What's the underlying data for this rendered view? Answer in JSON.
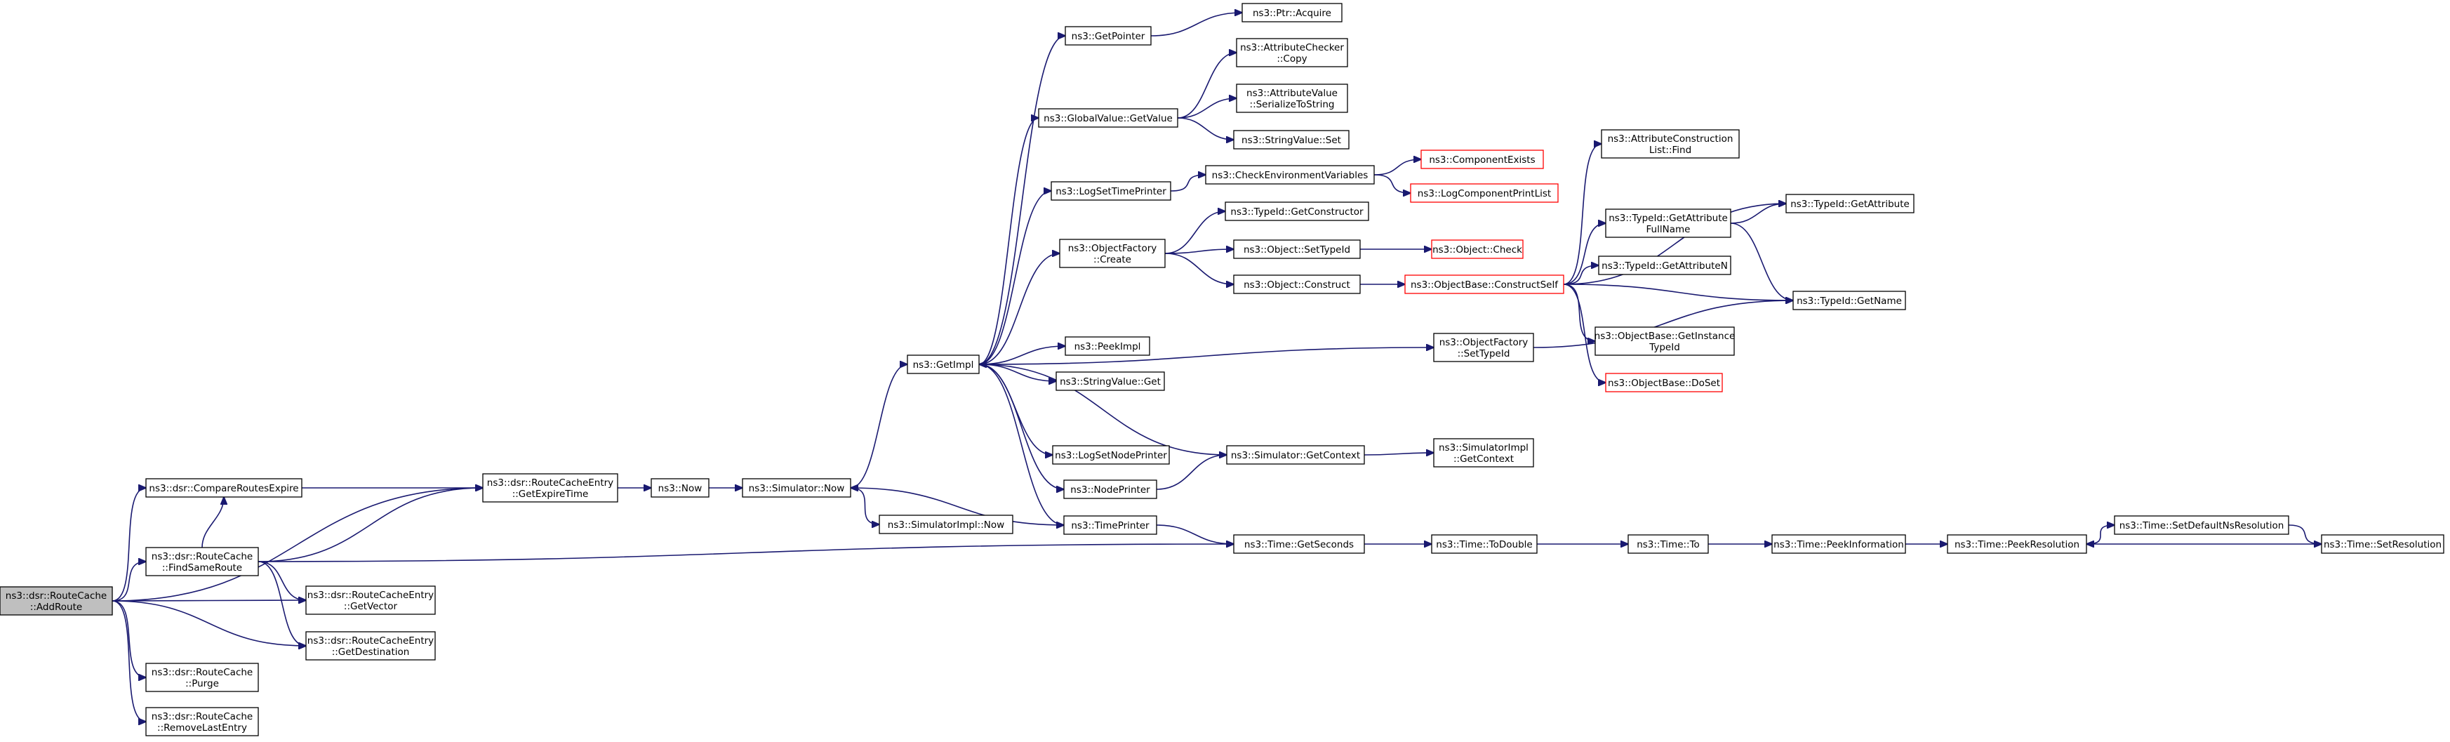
{
  "diagram": {
    "type": "call-graph",
    "nodes": [
      {
        "id": "n0",
        "lines": [
          "ns3::dsr::RouteCache",
          "::AddRoute"
        ],
        "root": true
      },
      {
        "id": "n1",
        "lines": [
          "ns3::dsr::CompareRoutesExpire"
        ]
      },
      {
        "id": "n2",
        "lines": [
          "ns3::dsr::RouteCacheEntry",
          "::GetExpireTime"
        ]
      },
      {
        "id": "n3",
        "lines": [
          "ns3::Now"
        ]
      },
      {
        "id": "n4",
        "lines": [
          "ns3::Simulator::Now"
        ]
      },
      {
        "id": "n5",
        "lines": [
          "ns3::GetImpl"
        ]
      },
      {
        "id": "n6",
        "lines": [
          "ns3::GetPointer"
        ]
      },
      {
        "id": "n7",
        "lines": [
          "ns3::Ptr::Acquire"
        ]
      },
      {
        "id": "n8",
        "lines": [
          "ns3::GlobalValue::GetValue"
        ]
      },
      {
        "id": "n9",
        "lines": [
          "ns3::AttributeChecker",
          "::Copy"
        ]
      },
      {
        "id": "n10",
        "lines": [
          "ns3::AttributeValue",
          "::SerializeToString"
        ]
      },
      {
        "id": "n11",
        "lines": [
          "ns3::StringValue::Set"
        ]
      },
      {
        "id": "n12",
        "lines": [
          "ns3::LogSetTimePrinter"
        ]
      },
      {
        "id": "n13",
        "lines": [
          "ns3::CheckEnvironmentVariables"
        ]
      },
      {
        "id": "n14",
        "lines": [
          "ns3::ComponentExists"
        ],
        "red": true
      },
      {
        "id": "n15",
        "lines": [
          "ns3::LogComponentPrintList"
        ],
        "red": true
      },
      {
        "id": "n16",
        "lines": [
          "ns3::ObjectFactory",
          "::Create"
        ]
      },
      {
        "id": "n17",
        "lines": [
          "ns3::TypeId::GetConstructor"
        ]
      },
      {
        "id": "n18",
        "lines": [
          "ns3::Object::SetTypeId"
        ]
      },
      {
        "id": "n19",
        "lines": [
          "ns3::Object::Check"
        ],
        "red": true
      },
      {
        "id": "n20",
        "lines": [
          "ns3::Object::Construct"
        ]
      },
      {
        "id": "n21",
        "lines": [
          "ns3::ObjectBase::ConstructSelf"
        ],
        "red": true
      },
      {
        "id": "n22",
        "lines": [
          "ns3::AttributeConstruction",
          "List::Find"
        ]
      },
      {
        "id": "n23",
        "lines": [
          "ns3::TypeId::GetAttribute",
          "FullName"
        ]
      },
      {
        "id": "n24",
        "lines": [
          "ns3::TypeId::GetAttribute"
        ]
      },
      {
        "id": "n25",
        "lines": [
          "ns3::TypeId::GetAttributeN"
        ]
      },
      {
        "id": "n26",
        "lines": [
          "ns3::TypeId::GetName"
        ]
      },
      {
        "id": "n27",
        "lines": [
          "ns3::ObjectBase::GetInstance",
          "TypeId"
        ]
      },
      {
        "id": "n28",
        "lines": [
          "ns3::ObjectBase::DoSet"
        ],
        "red": true
      },
      {
        "id": "n29",
        "lines": [
          "ns3::PeekImpl"
        ]
      },
      {
        "id": "n30",
        "lines": [
          "ns3::StringValue::Get"
        ]
      },
      {
        "id": "n31",
        "lines": [
          "ns3::ObjectFactory",
          "::SetTypeId"
        ]
      },
      {
        "id": "n32",
        "lines": [
          "ns3::LogSetNodePrinter"
        ]
      },
      {
        "id": "n33",
        "lines": [
          "ns3::NodePrinter"
        ]
      },
      {
        "id": "n34",
        "lines": [
          "ns3::Simulator::GetContext"
        ]
      },
      {
        "id": "n35",
        "lines": [
          "ns3::SimulatorImpl",
          "::GetContext"
        ]
      },
      {
        "id": "n36",
        "lines": [
          "ns3::TimePrinter"
        ]
      },
      {
        "id": "n37",
        "lines": [
          "ns3::SimulatorImpl::Now"
        ]
      },
      {
        "id": "n38",
        "lines": [
          "ns3::dsr::RouteCache",
          "::FindSameRoute"
        ]
      },
      {
        "id": "n39",
        "lines": [
          "ns3::Time::GetSeconds"
        ]
      },
      {
        "id": "n40",
        "lines": [
          "ns3::Time::ToDouble"
        ]
      },
      {
        "id": "n41",
        "lines": [
          "ns3::Time::To"
        ]
      },
      {
        "id": "n42",
        "lines": [
          "ns3::Time::PeekInformation"
        ]
      },
      {
        "id": "n43",
        "lines": [
          "ns3::Time::PeekResolution"
        ]
      },
      {
        "id": "n44",
        "lines": [
          "ns3::Time::SetDefaultNsResolution"
        ]
      },
      {
        "id": "n45",
        "lines": [
          "ns3::Time::SetResolution"
        ]
      },
      {
        "id": "n46",
        "lines": [
          "ns3::dsr::RouteCacheEntry",
          "::GetVector"
        ]
      },
      {
        "id": "n47",
        "lines": [
          "ns3::dsr::RouteCacheEntry",
          "::GetDestination"
        ]
      },
      {
        "id": "n48",
        "lines": [
          "ns3::dsr::RouteCache",
          "::Purge"
        ]
      },
      {
        "id": "n49",
        "lines": [
          "ns3::dsr::RouteCache",
          "::RemoveLastEntry"
        ]
      }
    ],
    "edges": [
      [
        "n0",
        "n2"
      ],
      [
        "n0",
        "n1"
      ],
      [
        "n0",
        "n38"
      ],
      [
        "n0",
        "n46"
      ],
      [
        "n0",
        "n47"
      ],
      [
        "n0",
        "n48"
      ],
      [
        "n0",
        "n49"
      ],
      [
        "n1",
        "n2"
      ],
      [
        "n38",
        "n1"
      ],
      [
        "n38",
        "n2"
      ],
      [
        "n38",
        "n39"
      ],
      [
        "n38",
        "n46"
      ],
      [
        "n38",
        "n47"
      ],
      [
        "n2",
        "n3"
      ],
      [
        "n3",
        "n4"
      ],
      [
        "n4",
        "n5"
      ],
      [
        "n4",
        "n37"
      ],
      [
        "n5",
        "n6"
      ],
      [
        "n5",
        "n8"
      ],
      [
        "n5",
        "n12"
      ],
      [
        "n5",
        "n16"
      ],
      [
        "n5",
        "n29"
      ],
      [
        "n5",
        "n30"
      ],
      [
        "n5",
        "n31"
      ],
      [
        "n5",
        "n32"
      ],
      [
        "n5",
        "n33"
      ],
      [
        "n5",
        "n36"
      ],
      [
        "n6",
        "n7"
      ],
      [
        "n8",
        "n9"
      ],
      [
        "n8",
        "n10"
      ],
      [
        "n8",
        "n11"
      ],
      [
        "n12",
        "n13"
      ],
      [
        "n13",
        "n14"
      ],
      [
        "n13",
        "n15"
      ],
      [
        "n16",
        "n17"
      ],
      [
        "n16",
        "n18"
      ],
      [
        "n16",
        "n20"
      ],
      [
        "n18",
        "n19"
      ],
      [
        "n20",
        "n21"
      ],
      [
        "n21",
        "n22"
      ],
      [
        "n21",
        "n23"
      ],
      [
        "n21",
        "n24"
      ],
      [
        "n21",
        "n25"
      ],
      [
        "n21",
        "n26"
      ],
      [
        "n21",
        "n27"
      ],
      [
        "n21",
        "n28"
      ],
      [
        "n23",
        "n24"
      ],
      [
        "n23",
        "n26"
      ],
      [
        "n31",
        "n26"
      ],
      [
        "n34",
        "n5"
      ],
      [
        "n34",
        "n35"
      ],
      [
        "n33",
        "n34"
      ],
      [
        "n36",
        "n4"
      ],
      [
        "n36",
        "n39"
      ],
      [
        "n39",
        "n40"
      ],
      [
        "n40",
        "n41"
      ],
      [
        "n41",
        "n42"
      ],
      [
        "n42",
        "n43"
      ],
      [
        "n43",
        "n44"
      ],
      [
        "n44",
        "n45"
      ],
      [
        "n45",
        "n43"
      ]
    ]
  }
}
